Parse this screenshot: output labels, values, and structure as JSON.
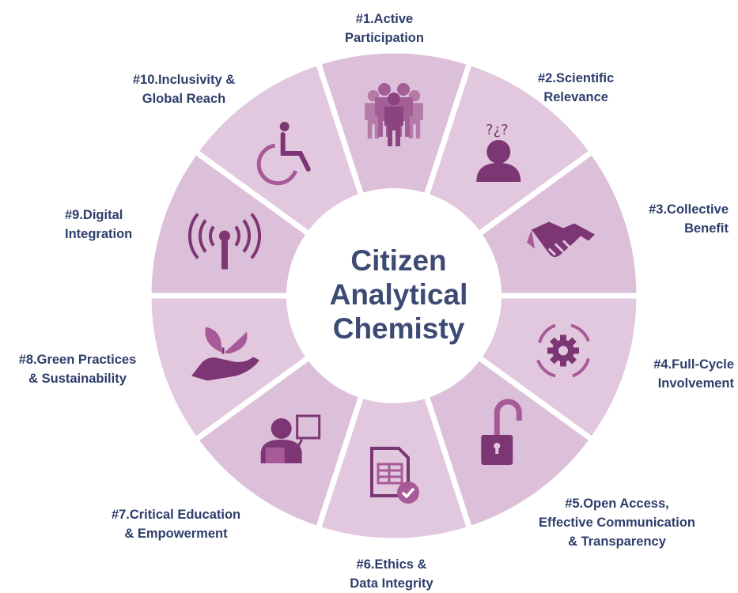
{
  "center": {
    "lines": [
      "Citizen",
      "Analytical",
      "Chemisty"
    ]
  },
  "segments": [
    {
      "number": "#1.",
      "lines": [
        "#1.Active",
        "Participation"
      ],
      "icon": "group-people-icon"
    },
    {
      "number": "#2.",
      "lines": [
        "#2.Scientific",
        "Relevance"
      ],
      "icon": "person-question-icon"
    },
    {
      "number": "#3.",
      "lines": [
        "#3.Collective",
        "Benefit"
      ],
      "icon": "handshake-icon"
    },
    {
      "number": "#4.",
      "lines": [
        "#4.Full-Cycle",
        "Involvement"
      ],
      "icon": "gear-cycle-icon"
    },
    {
      "number": "#5.",
      "lines": [
        "#5.Open Access,",
        "Effective Communication",
        "& Transparency"
      ],
      "icon": "unlocked-padlock-icon"
    },
    {
      "number": "#6.",
      "lines": [
        "#6.Ethics &",
        "Data Integrity"
      ],
      "icon": "document-check-icon"
    },
    {
      "number": "#7.",
      "lines": [
        "#7.Critical Education",
        "& Empowerment"
      ],
      "icon": "teacher-board-icon"
    },
    {
      "number": "#8.",
      "lines": [
        "#8.Green Practices",
        "& Sustainability"
      ],
      "icon": "hand-plant-icon"
    },
    {
      "number": "#9.",
      "lines": [
        "#9.Digital",
        "Integration"
      ],
      "icon": "antenna-signal-icon"
    },
    {
      "number": "#10.",
      "lines": [
        "#10.Inclusivity &",
        "Global Reach"
      ],
      "icon": "wheelchair-icon"
    }
  ],
  "colors": {
    "segment_fill": "#dcc0da",
    "segment_alt": "#e2c8df",
    "icon": "#a85a98",
    "icon_dark": "#7d3674",
    "text": "#2e3e6b",
    "center_text": "#3d4a73"
  }
}
